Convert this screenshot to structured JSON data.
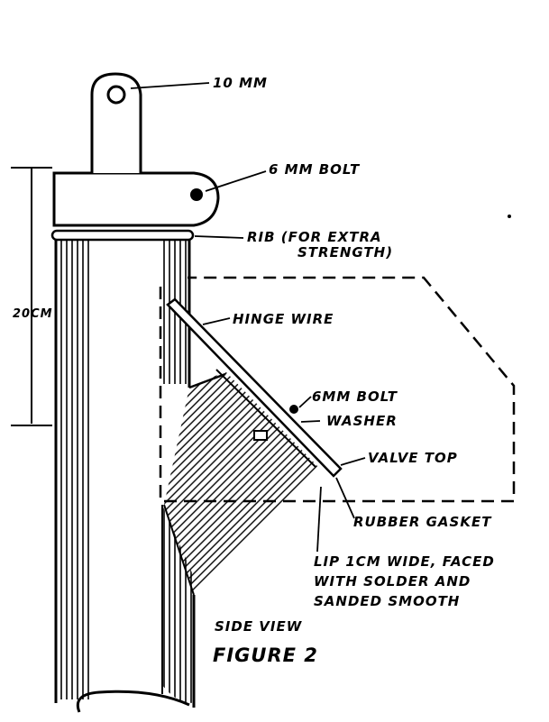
{
  "figure": {
    "labels": {
      "hole": "10 MM",
      "bolt_top": "6 MM BOLT",
      "rib_line1": "RIB (FOR EXTRA",
      "rib_line2": "STRENGTH)",
      "length": "20CM",
      "hinge": "HINGE WIRE",
      "bolt_valve": "6MM BOLT",
      "washer": "WASHER",
      "valve_top": "VALVE TOP",
      "gasket": "RUBBER GASKET",
      "lip_line1": "LIP 1CM WIDE, FACED",
      "lip_line2": "WITH SOLDER AND",
      "lip_line3": "SANDED SMOOTH"
    },
    "caption_view": "SIDE VIEW",
    "caption_title": "FIGURE 2"
  }
}
